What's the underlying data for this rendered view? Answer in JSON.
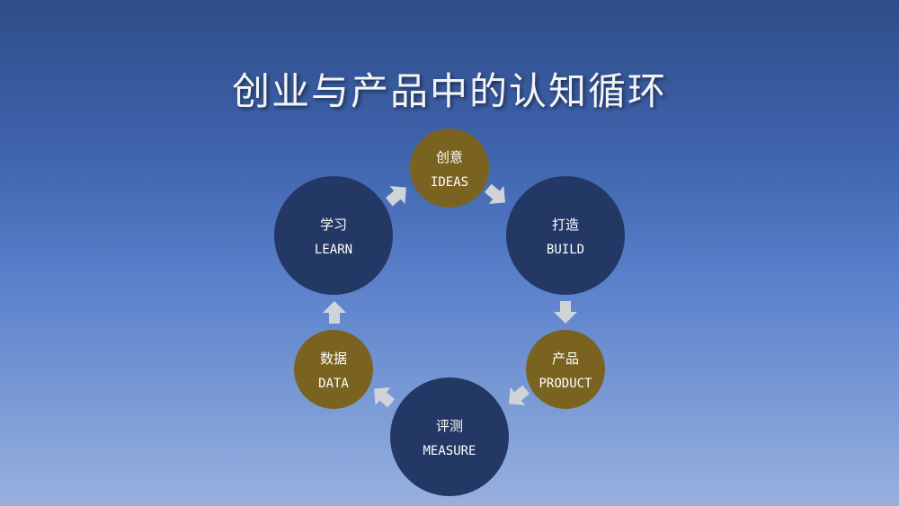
{
  "title": "创业与产品中的认知循环",
  "colors": {
    "small_node": "#7a6320",
    "large_node": "#233864",
    "arrow": "#d0d4d8"
  },
  "nodes": [
    {
      "id": "ideas",
      "cn": "创意",
      "en": "IDEAS"
    },
    {
      "id": "build",
      "cn": "打造",
      "en": "BUILD"
    },
    {
      "id": "product",
      "cn": "产品",
      "en": "PRODUCT"
    },
    {
      "id": "measure",
      "cn": "评测",
      "en": "MEASURE"
    },
    {
      "id": "data",
      "cn": "数据",
      "en": "DATA"
    },
    {
      "id": "learn",
      "cn": "学习",
      "en": "LEARN"
    }
  ]
}
